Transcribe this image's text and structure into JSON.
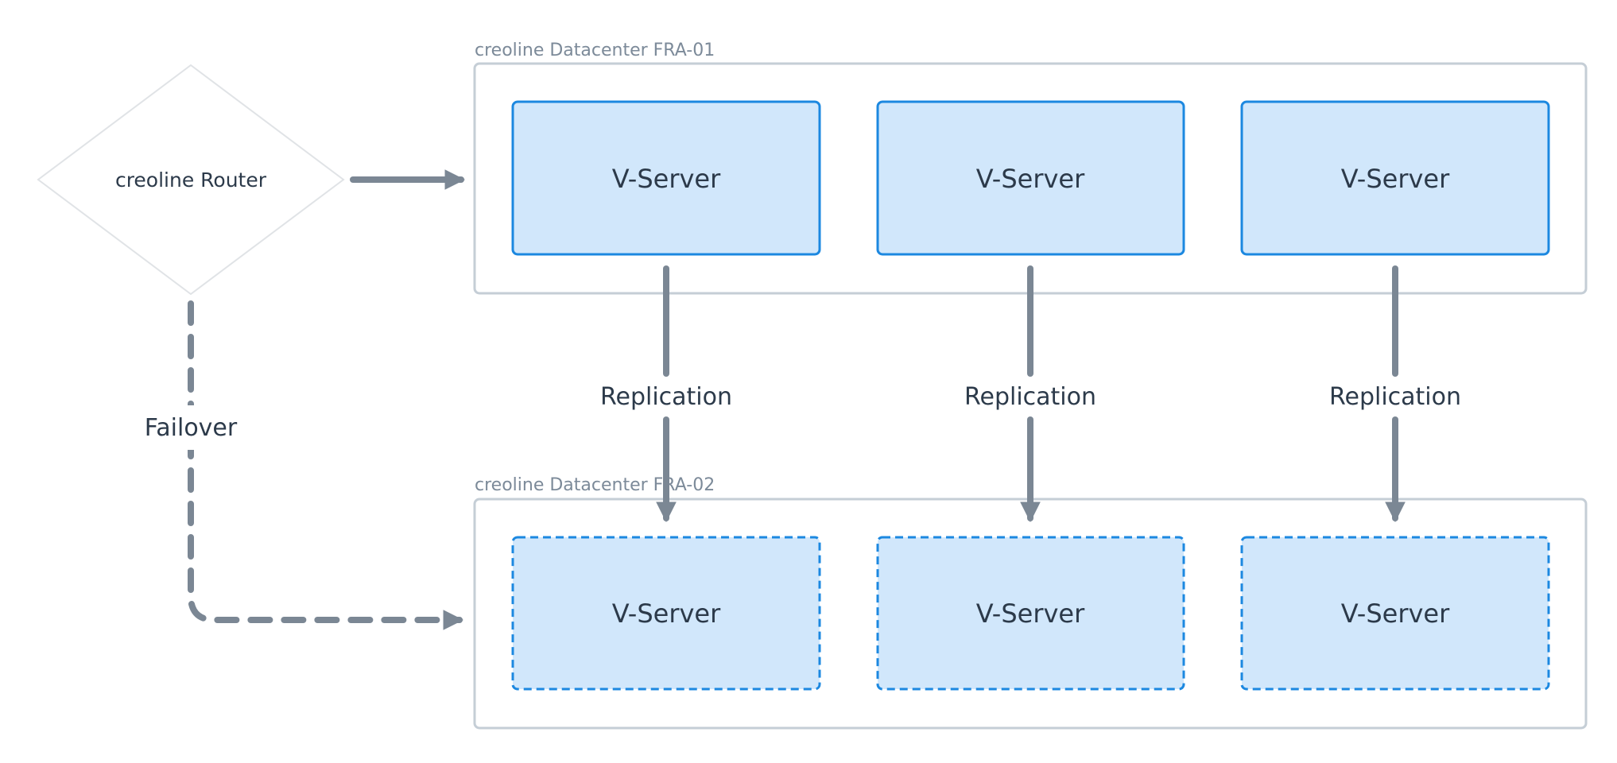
{
  "router": {
    "label": "creoline Router"
  },
  "datacenters": [
    {
      "title": "creoline Datacenter FRA-01",
      "servers": [
        {
          "label": "V-Server"
        },
        {
          "label": "V-Server"
        },
        {
          "label": "V-Server"
        }
      ]
    },
    {
      "title": "creoline Datacenter FRA-02",
      "servers": [
        {
          "label": "V-Server"
        },
        {
          "label": "V-Server"
        },
        {
          "label": "V-Server"
        }
      ]
    }
  ],
  "replication": {
    "labels": [
      "Replication",
      "Replication",
      "Replication"
    ]
  },
  "failover": {
    "label": "Failover"
  },
  "colors": {
    "container_border": "#c5ced6",
    "server_fill": "#d1e7fb",
    "server_border": "#1c88e0",
    "arrow": "#7b8794",
    "text_dark": "#2c3a4a",
    "text_muted": "#7c8a99",
    "router_border": "#e0e3e6"
  }
}
